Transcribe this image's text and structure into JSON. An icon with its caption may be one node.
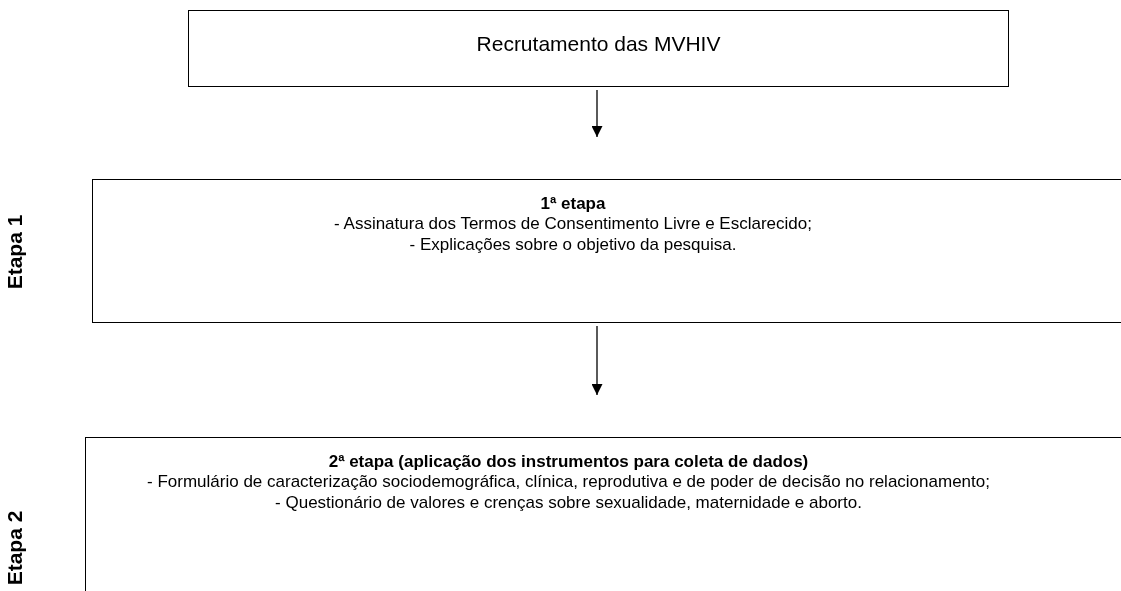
{
  "diagram": {
    "nodes": [
      {
        "text": [
          "Recrutamento das MVHIV"
        ]
      },
      {
        "text": [
          "1ª etapa",
          "- Assinatura dos Termos de Consentimento Livre e Esclarecido;",
          "- Explicações sobre o objetivo da pesquisa."
        ],
        "beside": [
          "Etapa 1"
        ]
      },
      {
        "text": [
          "2ª etapa (aplicação dos instrumentos para coleta de dados)",
          "- Formulário de caracterização sociodemográfica, clínica, reprodutiva e de poder de decisão no relacionamento;",
          "- Questionário de valores e crenças sobre sexualidade, maternidade e aborto."
        ],
        "beside": [
          "Etapa 2"
        ]
      }
    ],
    "edges": [
      {
        "from": 0,
        "to": 1,
        "arrow": "to"
      },
      {
        "from": 1,
        "to": 2,
        "arrow": "to"
      }
    ]
  }
}
